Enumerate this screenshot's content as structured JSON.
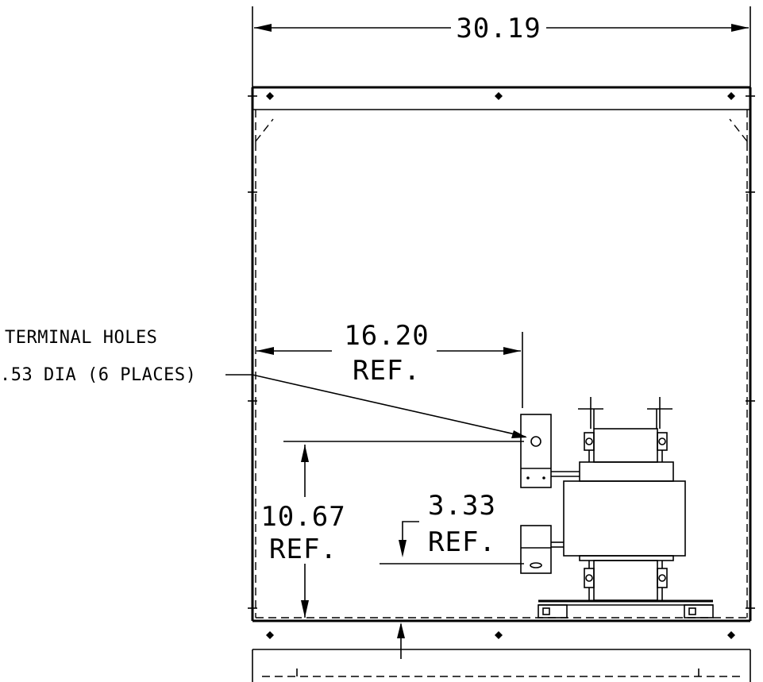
{
  "dimensions": {
    "overall_width": "30.19",
    "terminal_offset": "16.20",
    "terminal_offset_ref": "REF.",
    "terminal_height": "10.67",
    "terminal_height_ref": "REF.",
    "lower_terminal": "3.33",
    "lower_terminal_ref": "REF."
  },
  "notes": {
    "terminal_holes_line1": "TERMINAL HOLES",
    "terminal_holes_line2": ".53 DIA (6 PLACES)"
  }
}
